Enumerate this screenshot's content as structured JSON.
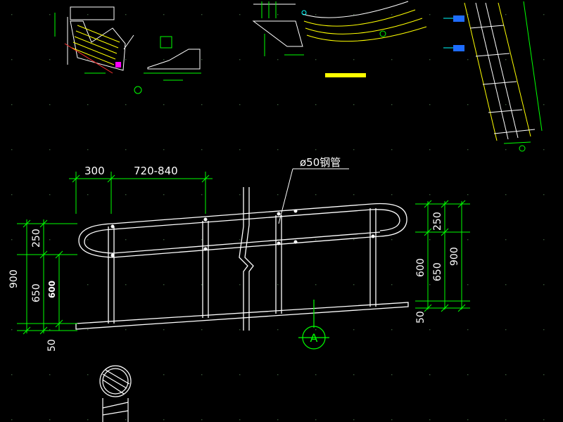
{
  "colors": {
    "background": "#000000",
    "railing": "#ffffff",
    "dimension": "#00ff00",
    "grid_dot": "#3a5a3a",
    "accent_yellow": "#ffff00",
    "accent_magenta": "#ff00ff",
    "accent_blue": "#1e6cff",
    "accent_cyan": "#00ffff",
    "accent_red": "#ff3030"
  },
  "elevation": {
    "top_dims": {
      "left": "300",
      "right": "720-840"
    },
    "callout": "ø50钢管",
    "left_dims": {
      "overall": "900",
      "upper": "250",
      "middle": "650",
      "bottom": "50",
      "inner": "600"
    },
    "right_dims": {
      "upper": "250",
      "overall": "900",
      "middle": "650",
      "inner": "600",
      "bottom": "50"
    },
    "section_marker": "A"
  }
}
